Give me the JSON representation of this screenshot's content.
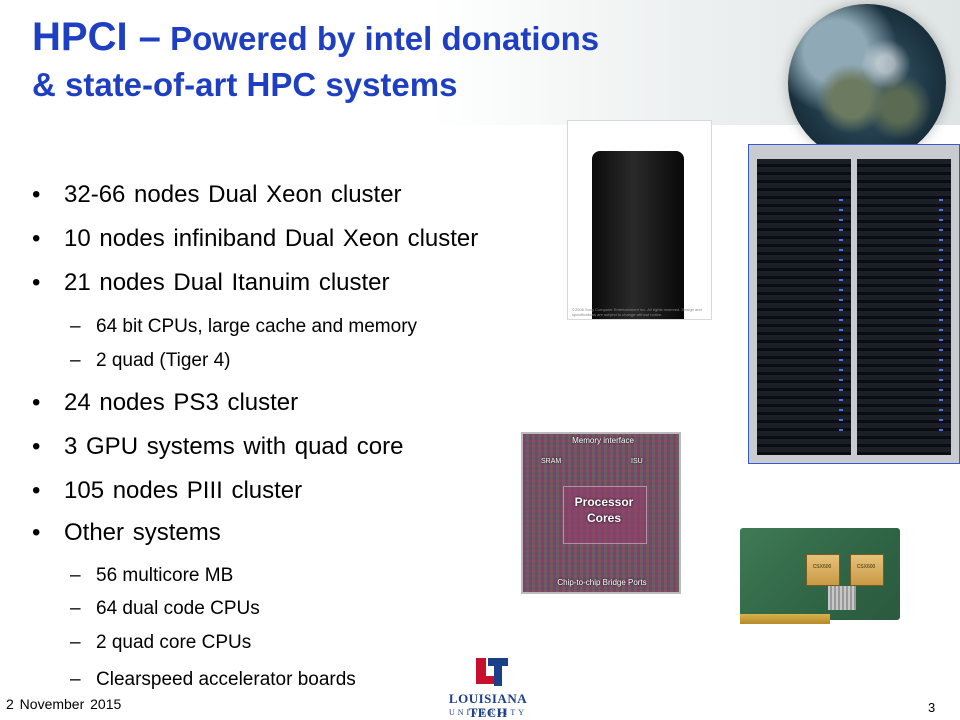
{
  "slide": {
    "title": {
      "acronym": "HPCI –",
      "line1_rest": " Powered by intel donations",
      "line2": "& state-of-art HPC systems"
    },
    "bullets": [
      {
        "text": "32-66 nodes Dual Xeon cluster",
        "sub": []
      },
      {
        "text": "10 nodes infiniband Dual Xeon cluster",
        "sub": []
      },
      {
        "text": "21 nodes Dual Itanuim cluster",
        "sub": [
          "64 bit CPUs, large cache and memory",
          "2 quad (Tiger 4)"
        ]
      },
      {
        "text": "24 nodes PS3 cluster",
        "sub": []
      },
      {
        "text": "3 GPU systems with  quad core",
        "sub": []
      },
      {
        "text": "105 nodes PIII cluster",
        "sub": []
      },
      {
        "text": "Other systems",
        "sub": [
          "56 multicore MB",
          "64 dual code CPUs",
          "2 quad core CPUs",
          "Clearspeed accelerator boards"
        ]
      }
    ],
    "bullet_symbol": "•",
    "sub_symbol": "–",
    "footer": {
      "date": "2 November  2015",
      "page": "3"
    },
    "images": {
      "ps3_fineprint": "©2006 Sony Computer Entertainment Inc. All rights reserved. Design and specifications are subject to change without notice.",
      "chip": {
        "memory_interface": "Memory interface",
        "sram": "SRAM",
        "isu": "ISU",
        "processor_cores": "Processor Cores",
        "bridge": "Chip-to-chip Bridge Ports"
      },
      "board_chip_label": "CSX600"
    },
    "logo": {
      "name": "LOUISIANA TECH",
      "sub": "UNIVERSITY"
    },
    "colors": {
      "title": "#1f3fc3",
      "text": "#000000",
      "logo": "#1c3f8a"
    }
  }
}
